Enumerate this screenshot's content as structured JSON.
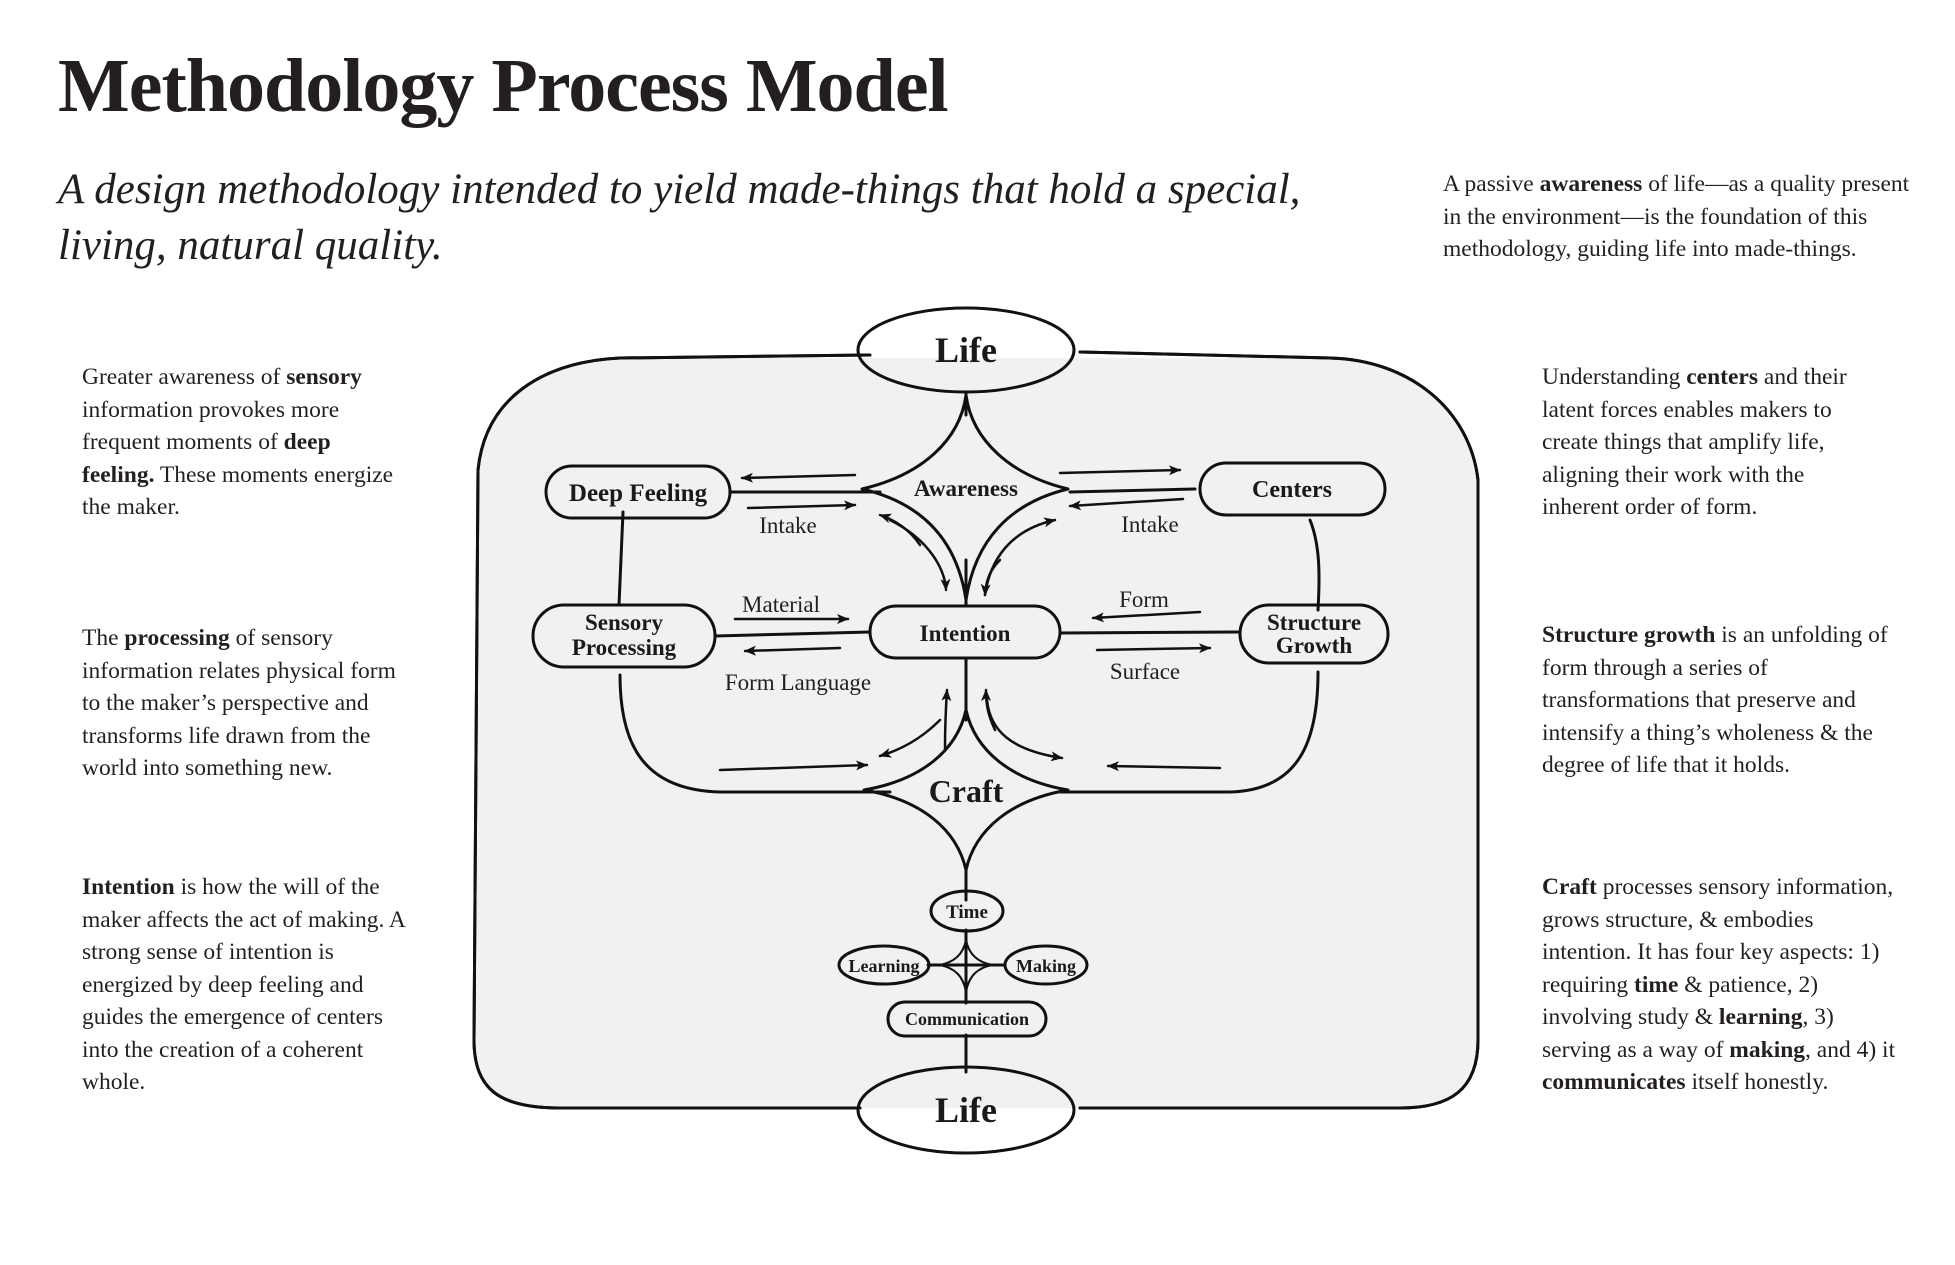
{
  "header": {
    "title": "Methodology Process Model",
    "subtitle": "A design methodology intended to yield made-things that hold a special, living, natural quality."
  },
  "descriptions": {
    "top_right": [
      {
        "t": "A passive "
      },
      {
        "t": "awareness",
        "b": true
      },
      {
        "t": " of life—as a quality present in the environment—is the foundation of this methodology, guiding life into made-things."
      }
    ],
    "left_1": [
      {
        "t": "Greater awareness of "
      },
      {
        "t": "sensory",
        "b": true
      },
      {
        "t": " information provokes more frequent moments of "
      },
      {
        "t": "deep feeling.",
        "b": true
      },
      {
        "t": " These moments energize the maker."
      }
    ],
    "left_2": [
      {
        "t": "The "
      },
      {
        "t": "processing",
        "b": true
      },
      {
        "t": " of sensory information relates physical form to the maker’s perspective and transforms life drawn from the world into something new."
      }
    ],
    "left_3": [
      {
        "t": "Intention",
        "b": true
      },
      {
        "t": " is how the will of the maker affects the act of making. A strong sense of intention is energized by deep feeling and guides the emergence of centers into the creation of a coherent whole."
      }
    ],
    "right_1": [
      {
        "t": "Understanding "
      },
      {
        "t": "centers",
        "b": true
      },
      {
        "t": " and their latent forces enables makers to create things that amplify life, aligning their work with the inherent order of form."
      }
    ],
    "right_2": [
      {
        "t": "Structure growth",
        "b": true
      },
      {
        "t": " is an unfolding of form through a series of transformations that preserve and intensify a thing’s wholeness & the degree of life that it holds."
      }
    ],
    "right_3": [
      {
        "t": "Craft",
        "b": true
      },
      {
        "t": " processes sensory information, grows structure, & embodies intention. It has four key aspects: 1) requiring "
      },
      {
        "t": "time",
        "b": true
      },
      {
        "t": " & patience, 2) involving study & "
      },
      {
        "t": "learning",
        "b": true
      },
      {
        "t": ", 3) serving as a way of "
      },
      {
        "t": "making",
        "b": true
      },
      {
        "t": ", and 4) it "
      },
      {
        "t": "communicates",
        "b": true
      },
      {
        "t": " itself honestly."
      }
    ]
  },
  "diagram": {
    "nodes": {
      "life_top": {
        "label": "Life",
        "color": "#c5c8dc"
      },
      "awareness": {
        "label": "Awareness",
        "color": "#a8b3dd"
      },
      "deep_feeling": {
        "label": "Deep Feeling",
        "color": "#dcb595"
      },
      "centers": {
        "label": "Centers",
        "color": "#c4cfa4"
      },
      "sensory_processing": {
        "label_line1": "Sensory",
        "label_line2": "Processing",
        "color": "#dcb595"
      },
      "intention": {
        "label": "Intention",
        "color": "#d94868"
      },
      "structure_growth": {
        "label_line1": "Structure",
        "label_line2": "Growth",
        "color": "#c4cfa4"
      },
      "craft": {
        "label": "Craft",
        "color": "#e8c1c8"
      },
      "time": {
        "label": "Time",
        "color": "#ecd6d8"
      },
      "learning": {
        "label": "Learning",
        "color": "#ecd6d8"
      },
      "making": {
        "label": "Making",
        "color": "#ecd6d8"
      },
      "communication": {
        "label": "Communication",
        "color": "#ecd6d8"
      },
      "craft_core": {
        "color": "#d94868"
      },
      "life_bottom": {
        "label": "Life",
        "color": "#c5c8dc"
      }
    },
    "edge_labels": {
      "intake_left": "Intake",
      "intake_right": "Intake",
      "material": "Material",
      "form_language": "Form Language",
      "form": "Form",
      "surface": "Surface"
    },
    "frame_fill": "#f1f1f1"
  }
}
